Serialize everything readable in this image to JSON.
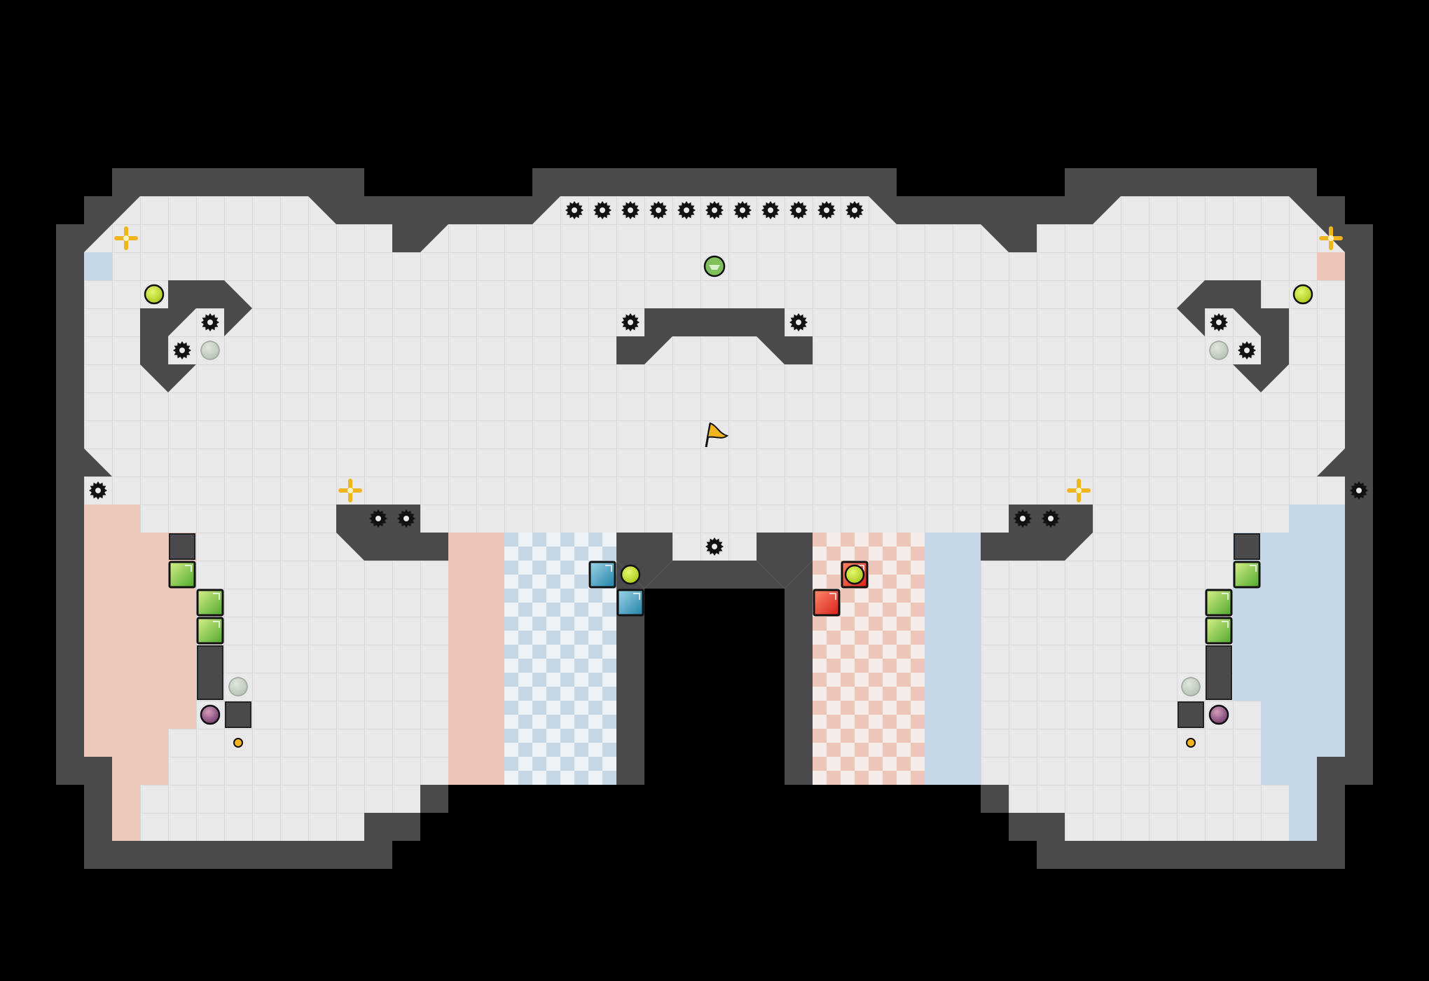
{
  "level": {
    "grid_cols": 46,
    "grid_rows": 24,
    "colors": {
      "background": "#000000",
      "wall": "#4a4a4e",
      "wall_edge": "#2a2a2c",
      "floor": "#e9e9ec",
      "grid_line": "#d6d6da",
      "paint_red": "#ebc6b8",
      "paint_blue": "#c6d8e6",
      "lime": "#c4e02c",
      "gold": "#f2b51e",
      "red_block": "#e0302a",
      "blue_block": "#2f90b4",
      "green_block": "#6cbb32"
    },
    "exit_flag": {
      "icon": "goal-flag-icon",
      "col": 22,
      "row": 8
    },
    "player_orb": {
      "icon": "player-orb-icon",
      "col": 22,
      "row": 2
    },
    "saws": [
      [
        17,
        0
      ],
      [
        18,
        0
      ],
      [
        19,
        0
      ],
      [
        20,
        0
      ],
      [
        21,
        0
      ],
      [
        22,
        0
      ],
      [
        23,
        0
      ],
      [
        24,
        0
      ],
      [
        25,
        0
      ],
      [
        26,
        0
      ],
      [
        27,
        0
      ],
      [
        19,
        4
      ],
      [
        25,
        4
      ],
      [
        4,
        4
      ],
      [
        3,
        5
      ],
      [
        40,
        4
      ],
      [
        41,
        5
      ],
      [
        0,
        10
      ],
      [
        10,
        11
      ],
      [
        11,
        11
      ],
      [
        22,
        12
      ],
      [
        33,
        11
      ],
      [
        34,
        11
      ],
      [
        45,
        10
      ]
    ],
    "crosshairs": [
      [
        1,
        1
      ],
      [
        44,
        1
      ],
      [
        9,
        10
      ],
      [
        35,
        10
      ]
    ],
    "lime_balls": [
      [
        2,
        3
      ],
      [
        43,
        3
      ],
      [
        19,
        13
      ],
      [
        27,
        13
      ]
    ],
    "grey_balls": [
      [
        4,
        5
      ],
      [
        40,
        5
      ],
      [
        5,
        17
      ],
      [
        39,
        17
      ]
    ],
    "purple_balls": [
      [
        4,
        18
      ],
      [
        40,
        18
      ]
    ],
    "coins": [
      [
        5,
        19
      ],
      [
        39,
        19
      ]
    ],
    "green_blocks": [
      [
        3,
        13
      ],
      [
        4,
        14
      ],
      [
        4,
        15
      ],
      [
        41,
        13
      ],
      [
        40,
        14
      ],
      [
        40,
        15
      ]
    ],
    "blue_blocks": [
      [
        18,
        13
      ],
      [
        19,
        14
      ]
    ],
    "red_blocks": [
      [
        27,
        13
      ],
      [
        26,
        14
      ]
    ],
    "stone_blocks": [
      [
        3,
        12
      ],
      [
        5,
        18
      ],
      [
        41,
        12
      ],
      [
        39,
        18
      ]
    ],
    "stone_pillars": [
      [
        4,
        16,
        1,
        2
      ],
      [
        40,
        16,
        1,
        2
      ]
    ]
  }
}
